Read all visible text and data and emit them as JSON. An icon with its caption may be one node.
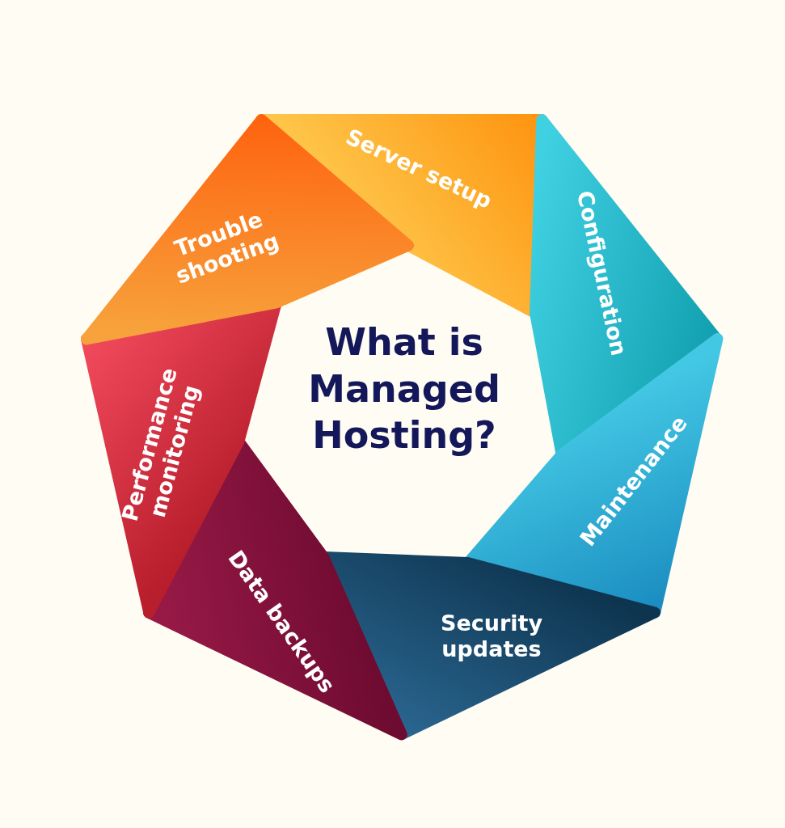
{
  "diagram": {
    "title": "What is Managed Hosting?",
    "nodes": [
      {
        "text": [
          "Server setup"
        ]
      },
      {
        "text": [
          "Configuration"
        ]
      },
      {
        "text": [
          "Maintenance"
        ]
      },
      {
        "text": [
          "Security updates"
        ]
      },
      {
        "text": [
          "Data backups"
        ]
      },
      {
        "text": [
          "Performance monitoring"
        ]
      },
      {
        "text": [
          "Trouble shooting"
        ]
      }
    ]
  }
}
